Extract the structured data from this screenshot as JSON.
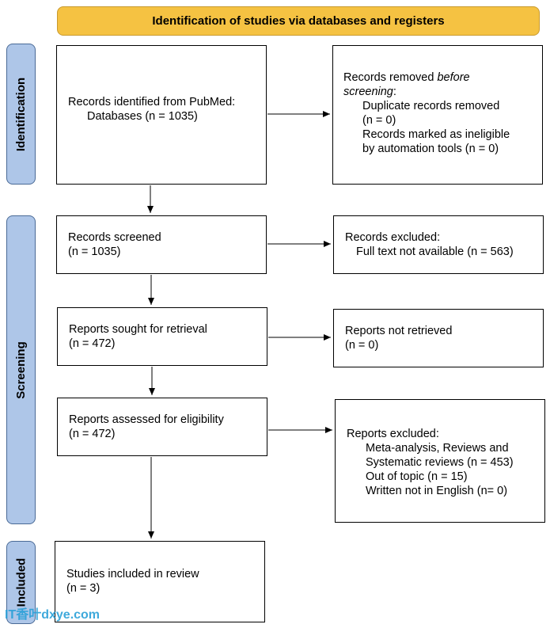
{
  "banner": "Identification of studies via databases and registers",
  "phases": {
    "identification": "Identification",
    "screening": "Screening",
    "included": "Included"
  },
  "left": {
    "identified": {
      "line1": "Records identified from PubMed:",
      "line2": "Databases (n = 1035)"
    },
    "screened": {
      "line1": "Records screened",
      "line2": "(n = 1035)"
    },
    "sought": {
      "line1": "Reports sought for retrieval",
      "line2": "(n = 472)"
    },
    "assessed": {
      "line1": "Reports assessed for eligibility",
      "line2": "(n = 472)"
    },
    "included": {
      "line1": "Studies included in review",
      "line2": "(n = 3)"
    }
  },
  "right": {
    "removed": {
      "title_prefix": "Records removed ",
      "title_italic1": "before",
      "title_italic2": "screening",
      "title_suffix": ":",
      "item1": "Duplicate records removed",
      "item1b": "(n = 0)",
      "item2": "Records marked as ineligible",
      "item2b": "by automation tools (n = 0)"
    },
    "excluded1": {
      "title": "Records excluded:",
      "item1": "Full text not available (n = 563)"
    },
    "not_retrieved": {
      "title": "Reports not retrieved",
      "item1": "(n = 0)"
    },
    "excluded2": {
      "title": "Reports excluded:",
      "item1": "Meta-analysis, Reviews and",
      "item1b": "Systematic reviews (n = 453)",
      "item2": "Out of topic (n = 15)",
      "item3": "Written not in English (n= 0)"
    }
  },
  "watermark": "IT香叶dxye.com",
  "colors": {
    "banner": "#f5c242",
    "phase": "#aec6e8",
    "phase_border": "#4a6a96"
  }
}
